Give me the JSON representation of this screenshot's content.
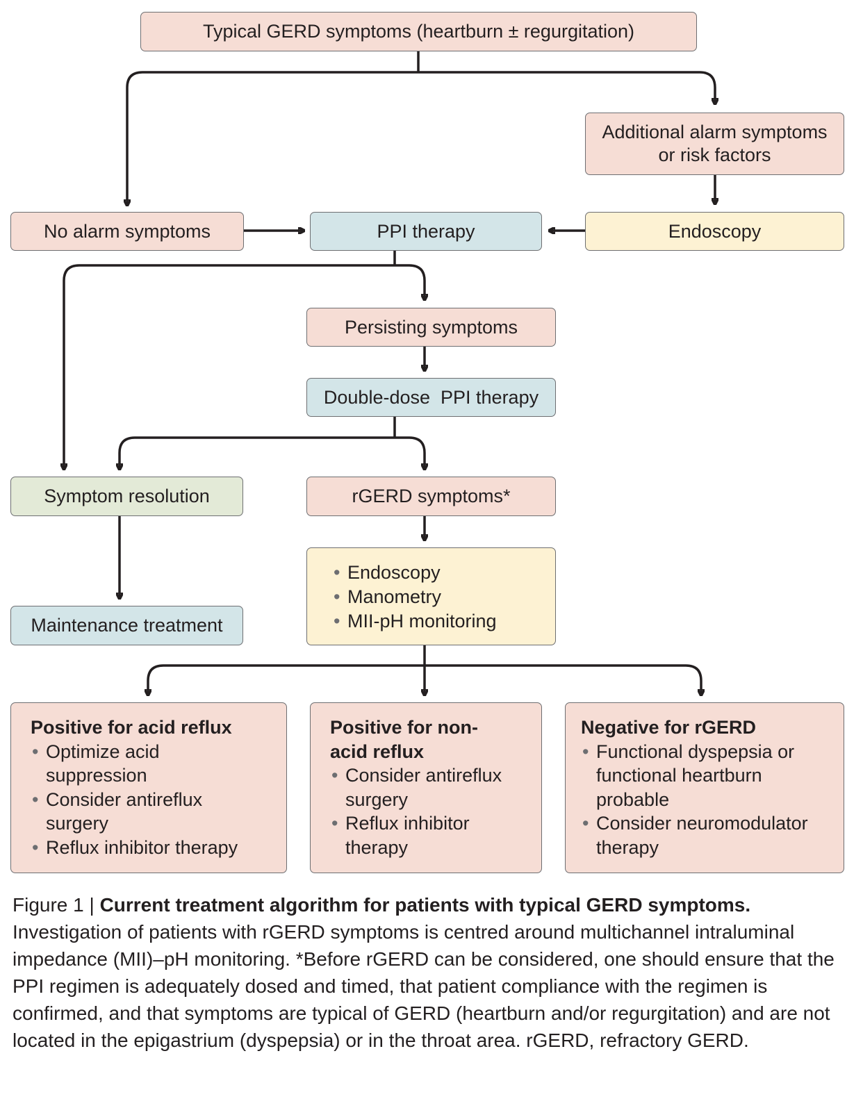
{
  "diagram": {
    "top": "Typical GERD symptoms (heartburn ± regurgitation)",
    "alarm": "Additional alarm symptoms or risk factors",
    "no_alarm": "No alarm symptoms",
    "ppi": "PPI therapy",
    "endoscopy": "Endoscopy",
    "persisting": "Persisting symptoms",
    "double_dose": "Double-dose  PPI therapy",
    "resolution": "Symptom resolution",
    "rgerd": "rGERD symptoms*",
    "maintenance": "Maintenance treatment",
    "tests": [
      "Endoscopy",
      "Manometry",
      "MII-pH monitoring"
    ],
    "outcomes": [
      {
        "heading": "Positive for acid reflux",
        "items": [
          "Optimize acid suppression",
          "Consider antireflux surgery",
          "Reflux inhibitor therapy"
        ]
      },
      {
        "heading": "Positive for non-acid reflux",
        "items": [
          "Consider antireflux surgery",
          "Reflux inhibitor therapy"
        ]
      },
      {
        "heading": "Negative for rGERD",
        "items": [
          "Functional dyspepsia or functional heartburn probable",
          "Consider neuromodulator therapy"
        ]
      }
    ],
    "colors": {
      "pink": "#f6ddd5",
      "blue": "#d3e5e8",
      "yellow": "#fdf2d3",
      "green": "#e3ead7"
    }
  },
  "caption": {
    "figure_label": "Figure 1 | ",
    "title": "Current treatment algorithm for patients with typical GERD symptoms.",
    "text": "Investigation of patients with rGERD symptoms is centred around multichannel intraluminal impedance (MII)–pH monitoring. *Before rGERD can be considered, one should ensure that the PPI regimen is adequately dosed and timed, that patient compliance with the regimen is confirmed, and that symptoms are typical of GERD (heartburn and/or regurgitation) and are not located in the epigastrium (dyspepsia) or in the throat area. rGERD, refractory GERD."
  }
}
